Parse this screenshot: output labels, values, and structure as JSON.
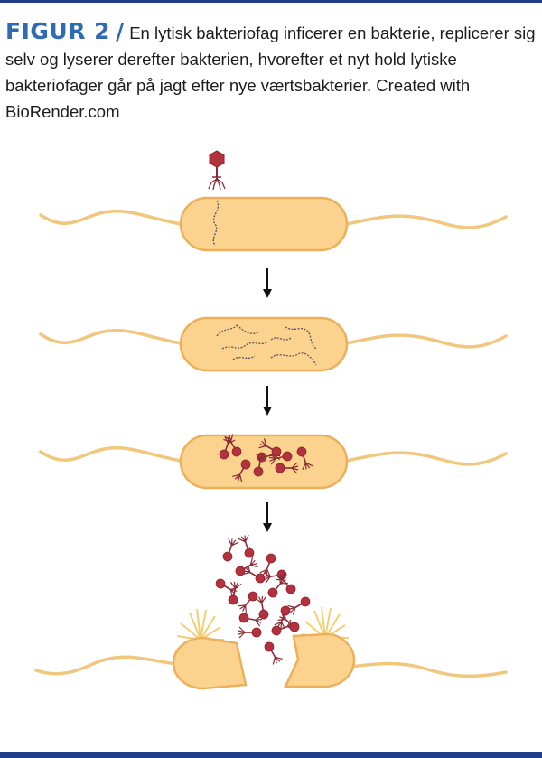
{
  "caption": {
    "label": "FIGUR 2",
    "separator": "/",
    "text": "En lytisk bakteriofag inficerer en bakterie, replicerer sig selv og lyserer derefter bakterien, hvorefter et nyt hold lytiske bakteriofager går på jagt efter nye værtsbakterier. Created with BioRender.com"
  },
  "colors": {
    "accent": "#2e6bb3",
    "rule": "#1f3f8a",
    "cell_fill": "#fbd38f",
    "cell_stroke": "#ecb05a",
    "phage": "#b4323e",
    "dna": "#5a5560"
  },
  "steps": [
    {
      "stage": "infection"
    },
    {
      "stage": "replication"
    },
    {
      "stage": "assembly"
    },
    {
      "stage": "lysis"
    }
  ]
}
